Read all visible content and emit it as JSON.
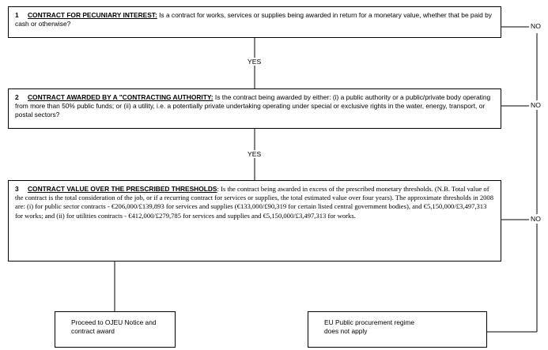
{
  "steps": [
    {
      "number": "1",
      "heading": "CONTRACT FOR PECUNIARY INTEREST:",
      "text": " Is a contract for works, services or supplies being awarded in return for a monetary value, whether that be paid by cash or otherwise?"
    },
    {
      "number": "2",
      "heading": "CONTRACT AWARDED BY A \"CONTRACTING AUTHORITY:",
      "text": " Is the contract being awarded by either: (i) a public authority or a public/private body operating from more than 50% public funds; or (ii) a utility, i.e. a potentially private undertaking operating under special or exclusive rights in the water, energy, transport, or postal sectors?"
    },
    {
      "number": "3",
      "heading": "CONTRACT VALUE OVER THE PRESCRIBED THRESHOLDS",
      "text": ": Is the contract being awarded in excess of the prescribed monetary thresholds.  (N.B. Total value of the contract is the total consideration of the job, or if a recurring contract for services or supplies, the total estimated value over four years).  The approximate thresholds in 2008  are: (i) for public sector contracts - €206,000/£139,893 for services and supplies (€133,000/£90,319 for certain listed central government bodies), and €5,150,000/£3,497,313 for works; and (ii) for utilities contracts - €412,000/£279,785  for services and supplies and €5,150,000/£3,497,313 for works."
    }
  ],
  "connectors": {
    "yes_1": "YES",
    "yes_2": "YES",
    "no_1": "NO",
    "no_2": "NO",
    "no_3": "NO"
  },
  "outcomes": {
    "proceed": "Proceed to OJEU Notice and contract award",
    "not_apply": "EU Public procurement regime does not apply"
  }
}
